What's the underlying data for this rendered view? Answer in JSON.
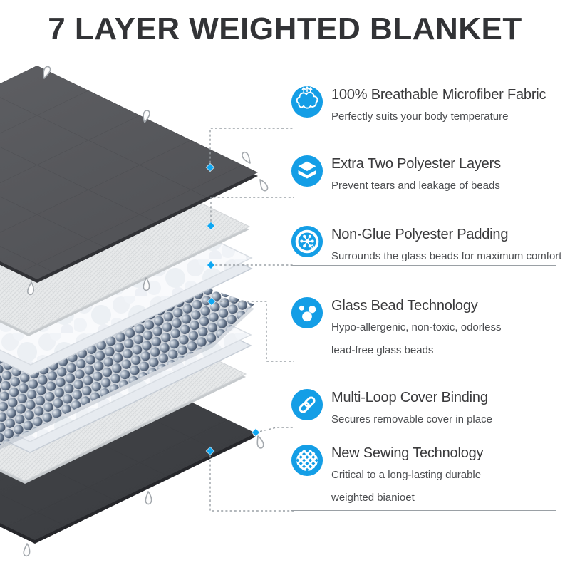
{
  "title": "7 LAYER WEIGHTED BLANKET",
  "accent_color": "#149ee6",
  "connector_color": "#9aa0a5",
  "diagram": {
    "layers": [
      "top-microfiber-blanket",
      "polyester-mesh-layer",
      "polyester-padding-layer",
      "glass-beads-layer",
      "polyester-padding-layer",
      "polyester-mesh-layer",
      "bottom-microfiber-blanket"
    ],
    "layer_colors": {
      "top_blanket": "#58595d",
      "bottom_blanket": "#404246",
      "mesh": "#e8eaeb",
      "padding": "#f9fafc",
      "beads": "#64748a",
      "marker_dot": "#0fa7f2"
    }
  },
  "features": [
    {
      "icon": "breathable-icon",
      "heading": "100% Breathable Microfiber Fabric",
      "description": "Perfectly suits your body temperature"
    },
    {
      "icon": "layers-icon",
      "heading": "Extra Two Polyester Layers",
      "description": "Prevent tears and leakage of beads"
    },
    {
      "icon": "padding-icon",
      "heading": "Non-Glue Polyester Padding",
      "description": "Surrounds the glass beads for maximum comfort"
    },
    {
      "icon": "glass-beads-icon",
      "heading": "Glass Bead Technology",
      "description": "Hypo-allergenic, non-toxic, odorless",
      "description_line2": "lead-free glass beads"
    },
    {
      "icon": "chain-link-icon",
      "heading": "Multi-Loop Cover Binding",
      "description": "Secures removable cover in place"
    },
    {
      "icon": "weave-icon",
      "heading": "New Sewing Technology",
      "description": "Critical to a long-lasting durable",
      "description_line2": "weighted bianioet"
    }
  ]
}
